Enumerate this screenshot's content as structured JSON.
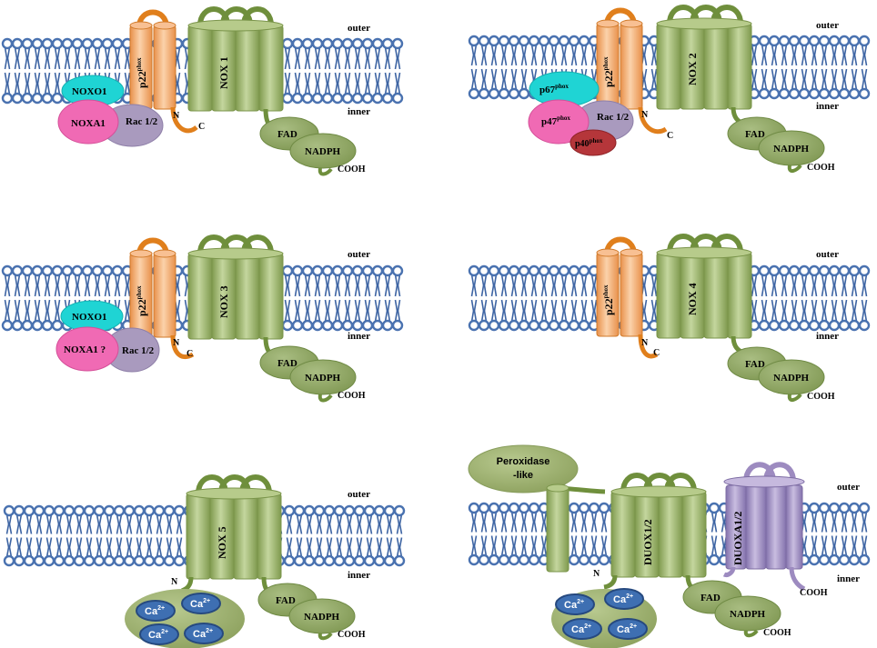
{
  "labels": {
    "outer": "outer",
    "inner": "inner",
    "fad": "FAD",
    "nadph": "NADPH",
    "cooh": "COOH",
    "n": "N",
    "c": "C",
    "p22": "p22",
    "phox": "phox",
    "p67": "p67",
    "p47": "p47",
    "p40": "p40",
    "ca": "Ca",
    "ca_charge": "2+"
  },
  "panels": {
    "nox1": {
      "enzyme": "NOX 1",
      "organizer": "NOXO1",
      "activator": "NOXA1",
      "rac": "Rac 1/2"
    },
    "nox2": {
      "enzyme": "NOX 2",
      "rac": "Rac 1/2"
    },
    "nox3": {
      "enzyme": "NOX 3",
      "organizer": "NOXO1",
      "activator": "NOXA1 ?",
      "rac": "Rac 1/2"
    },
    "nox4": {
      "enzyme": "NOX 4"
    },
    "nox5": {
      "enzyme": "NOX 5"
    },
    "duox": {
      "enzyme": "DUOX1/2",
      "maturation": "DUOXA1/2",
      "peroxidase_line1": "Peroxidase",
      "peroxidase_line2": "-like"
    }
  },
  "colors": {
    "lipid_head": "#4a72b0",
    "lipid_tail": "#3d64a3",
    "nox_green": "#9cb56e",
    "nox_dark": "#6f8f3c",
    "p22_orange": "#f2a866",
    "orange_dark": "#e07f1c",
    "noxo1_cyan": "#1fd4d4",
    "noxa1_pink": "#f06ab4",
    "rac_lavender": "#a99abe",
    "p40_red": "#b5363a",
    "fad_green": "#8fa663",
    "ca_blue": "#3e6fb2",
    "duoxa_purple": "#9d8bc0"
  }
}
